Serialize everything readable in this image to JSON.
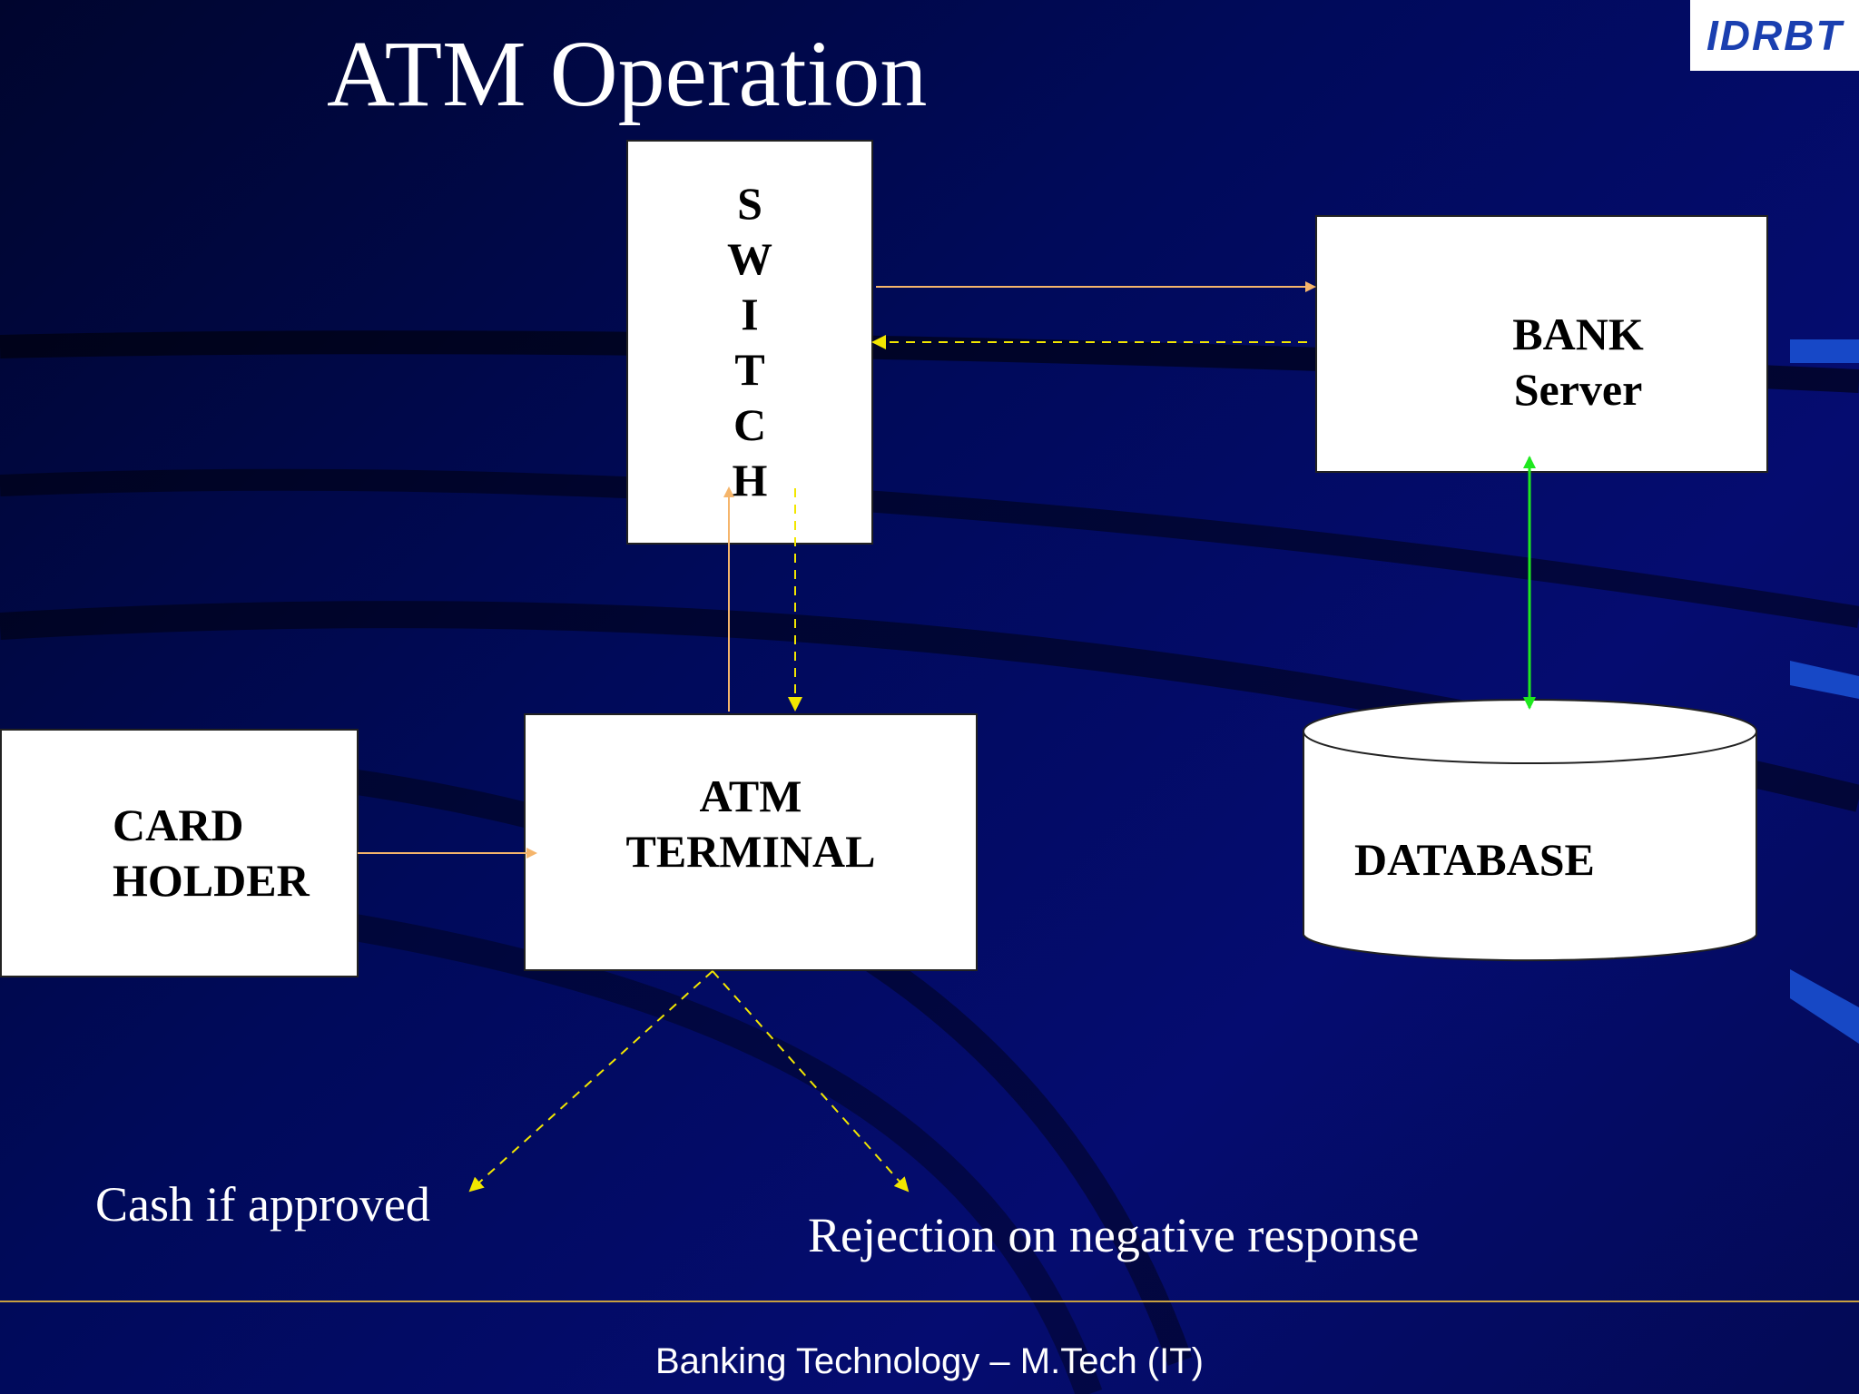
{
  "title": "ATM Operation",
  "logo_text": "IDRBT",
  "nodes": {
    "switch": [
      "S",
      "W",
      "I",
      "T",
      "C",
      "H"
    ],
    "bank_server": [
      "BANK",
      "Server"
    ],
    "atm_terminal": [
      "ATM",
      "TERMINAL"
    ],
    "card_holder": [
      "CARD",
      "HOLDER"
    ],
    "database": "DATABASE"
  },
  "captions": {
    "approved": "Cash if approved",
    "rejected": "Rejection on negative response"
  },
  "footer": "Banking Technology – M.Tech (IT)",
  "colors": {
    "request_arrow": "#f5b56b",
    "response_arrow": "#f2e600",
    "db_link": "#1ee81e",
    "footer_rule": "#c8a040"
  }
}
